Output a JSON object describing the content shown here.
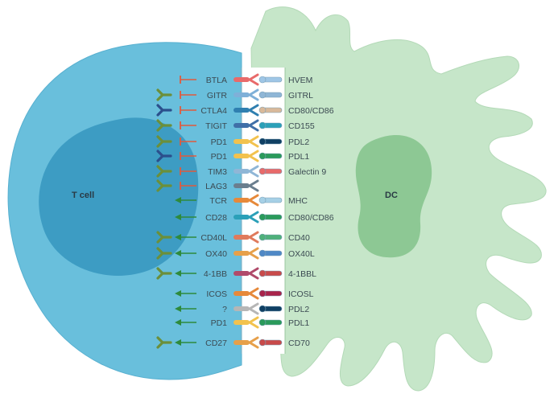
{
  "cells": {
    "t_cell_label": "T cell",
    "dc_label": "DC"
  },
  "colors": {
    "t_cell_outer": "#69bfdc",
    "t_cell_inner": "#3d9cc3",
    "dc_body": "#c6e6c9",
    "dc_nucleus": "#8dc894",
    "inhibitory_arrow": "#e05a3c",
    "stimulatory_arrow": "#2e8a3c",
    "antibody_green": "#6b8f3a",
    "antibody_blue": "#2b4f8c"
  },
  "pairs": [
    {
      "left": "BTLA",
      "right": "HVEM",
      "signal": "inhibitory",
      "antibody": "none"
    },
    {
      "left": "GITR",
      "right": "GITRL",
      "signal": "inhibitory",
      "antibody": "agonist"
    },
    {
      "left": "CTLA4",
      "right": "CD80/CD86",
      "signal": "inhibitory",
      "antibody": "blocking"
    },
    {
      "left": "TIGIT",
      "right": "CD155",
      "signal": "inhibitory",
      "antibody": "agonist"
    },
    {
      "left": "PD1",
      "right": "PDL2",
      "signal": "inhibitory",
      "antibody": "agonist"
    },
    {
      "left": "PD1",
      "right": "PDL1",
      "signal": "inhibitory",
      "antibody": "blocking"
    },
    {
      "left": "TIM3",
      "right": "Galectin 9",
      "signal": "inhibitory",
      "antibody": "agonist"
    },
    {
      "left": "LAG3",
      "right": "",
      "signal": "inhibitory",
      "antibody": "agonist"
    },
    {
      "left": "TCR",
      "right": "MHC",
      "signal": "stimulatory",
      "antibody": "none"
    },
    {
      "left": "CD28",
      "right": "CD80/CD86",
      "signal": "stimulatory",
      "antibody": "none"
    },
    {
      "left": "CD40L",
      "right": "CD40",
      "signal": "stimulatory",
      "antibody": "agonist"
    },
    {
      "left": "OX40",
      "right": "OX40L",
      "signal": "stimulatory",
      "antibody": "agonist"
    },
    {
      "left": "4-1BB",
      "right": "4-1BBL",
      "signal": "stimulatory",
      "antibody": "agonist"
    },
    {
      "left": "ICOS",
      "right": "ICOSL",
      "signal": "stimulatory",
      "antibody": "none"
    },
    {
      "left": "?",
      "right": "PDL2",
      "signal": "stimulatory",
      "antibody": "none"
    },
    {
      "left": "PD1",
      "right": "PDL1",
      "signal": "stimulatory",
      "antibody": "none"
    },
    {
      "left": "CD27",
      "right": "CD70",
      "signal": "stimulatory",
      "antibody": "agonist"
    }
  ]
}
